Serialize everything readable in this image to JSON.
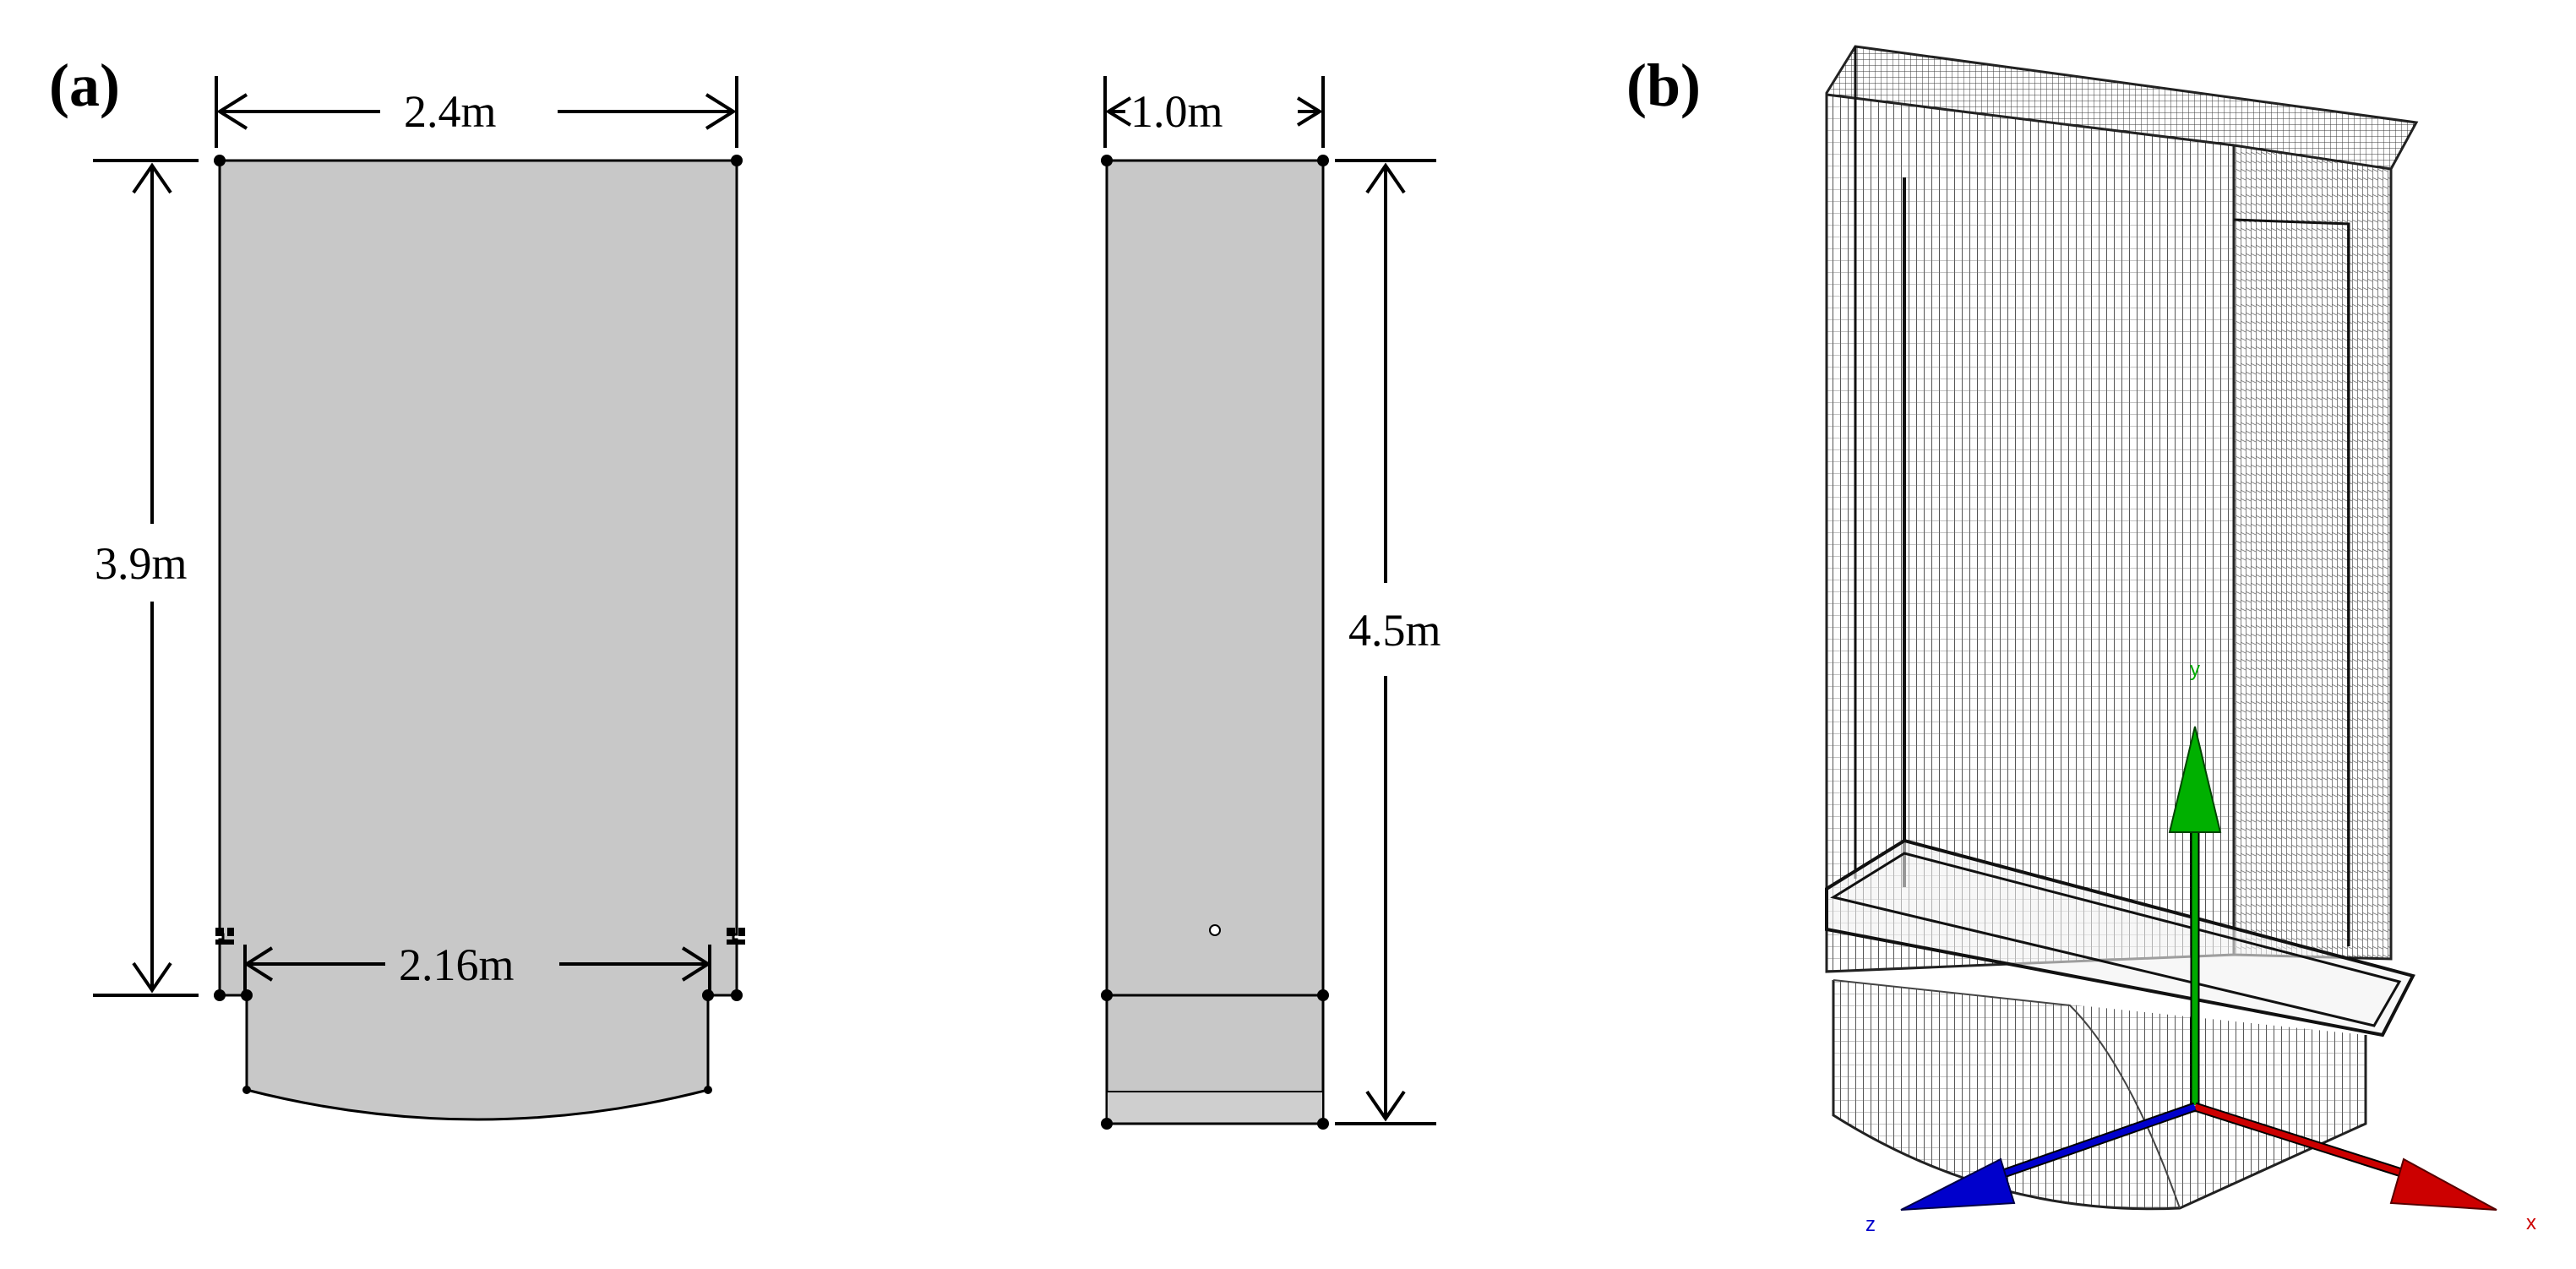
{
  "panels": {
    "a": {
      "label": "(a)"
    },
    "b": {
      "label": "(b)"
    }
  },
  "front_view": {
    "width_top": "2.4m",
    "height": "3.9m",
    "width_bottom": "2.16m"
  },
  "side_view": {
    "depth": "1.0m",
    "total_height": "4.5m"
  },
  "axes": {
    "x": {
      "label": "x",
      "color": "#cc0000"
    },
    "y": {
      "label": "y",
      "color": "#00aa00"
    },
    "z": {
      "label": "z",
      "color": "#0000cc"
    }
  },
  "colors": {
    "fill": "#c8c8c8",
    "line": "#000000",
    "mesh": "#404040"
  }
}
